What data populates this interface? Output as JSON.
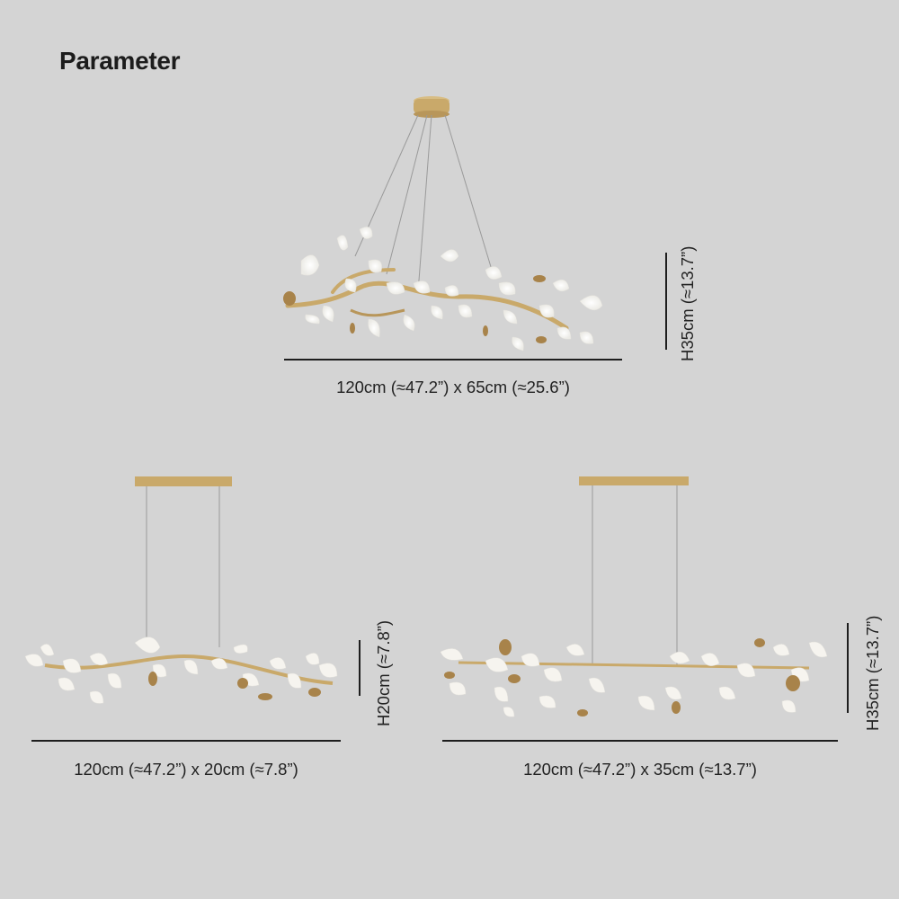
{
  "title": "Parameter",
  "colors": {
    "background": "#d4d4d4",
    "text": "#1f1f1f",
    "gold": "#c9a96a",
    "leaf": "#f7f5f0"
  },
  "products": [
    {
      "name": "round-chandelier",
      "width_label": "120cm (≈47.2”) x 65cm (≈25.6”)",
      "height_label": "H35cm (≈13.7”)"
    },
    {
      "name": "linear-chandelier-small",
      "width_label": "120cm (≈47.2”) x 20cm (≈7.8”)",
      "height_label": "H20cm (≈7.8”)"
    },
    {
      "name": "linear-chandelier-large",
      "width_label": "120cm (≈47.2”) x 35cm (≈13.7”)",
      "height_label": "H35cm (≈13.7”)"
    }
  ]
}
